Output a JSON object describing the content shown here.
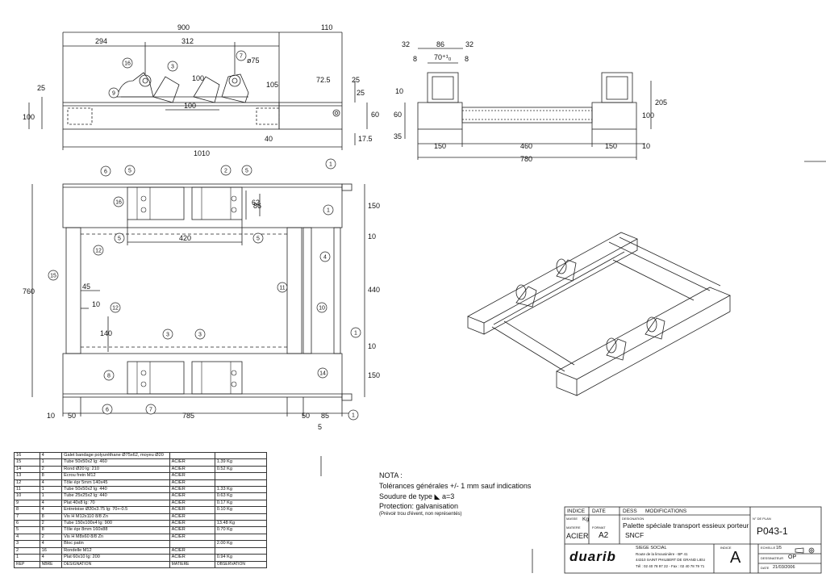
{
  "drawing": {
    "top_view_dims": {
      "overall_900": "900",
      "d110": "110",
      "d294": "294",
      "d312": "312",
      "d75": "ø75",
      "d100a": "100",
      "d100b": "100",
      "d25a": "25",
      "d105": "105",
      "d72": "72.5",
      "d25b": "25",
      "d25c": "25",
      "d100c": "100",
      "d60a": "60",
      "d40": "40",
      "d17": "17.5",
      "d1010": "1010"
    },
    "side_view_dims": {
      "d32a": "32",
      "d86": "86",
      "d32b": "32",
      "d8a": "8",
      "d70": "70⁺¹₀",
      "d8b": "8",
      "d10a": "10",
      "d60": "60",
      "d35": "35",
      "d205": "205",
      "d100": "100",
      "d150a": "150",
      "d460": "460",
      "d150b": "150",
      "d10b": "10",
      "d780": "780"
    },
    "plan_view_dims": {
      "d760": "760",
      "d150a": "150",
      "d10a": "10",
      "d440": "440",
      "d10b": "10",
      "d150b": "150",
      "d86": "86",
      "d62": "62",
      "d420": "420",
      "d45": "45",
      "d10c": "10",
      "d140": "140",
      "d10d": "10",
      "d50a": "50",
      "d785": "785",
      "d50b": "50",
      "d85": "85",
      "d5": "5"
    },
    "balloons": [
      "1",
      "1",
      "1",
      "1",
      "2",
      "3",
      "3",
      "3",
      "4",
      "5",
      "5",
      "5",
      "5",
      "6",
      "6",
      "7",
      "7",
      "8",
      "9",
      "10",
      "11",
      "12",
      "12",
      "14",
      "15",
      "16",
      "16",
      "5",
      "3",
      "2"
    ]
  },
  "bom": {
    "columns": [
      "REP",
      "NBRE",
      "DESIGNATION",
      "MATIERE",
      "OBSERVATION"
    ],
    "rows": [
      [
        "16",
        "4",
        "Galet bandage polyuréthane Ø75x62, moyeu Ø20",
        "",
        ""
      ],
      [
        "15",
        "1",
        "Tube 50x50x2 lg: 460",
        "ACIER",
        "1.39 Kg"
      ],
      [
        "14",
        "2",
        "Rond Ø20 lg: 210",
        "ACIER",
        "0.52 Kg"
      ],
      [
        "13",
        "8",
        "Ecrou frein  M12",
        "ACIER",
        ""
      ],
      [
        "12",
        "4",
        "Tôle épr 5mm 140x45",
        "ACIER",
        ""
      ],
      [
        "11",
        "1",
        "Tube 50x50x2 lg: 440",
        "ACIER",
        "1.33 Kg"
      ],
      [
        "10",
        "1",
        "Tube 25x25x2 lg: 440",
        "ACIER",
        "0.63 Kg"
      ],
      [
        "9",
        "4",
        "Plat 40x8 lg: 70",
        "ACIER",
        "0.17 Kg"
      ],
      [
        "8",
        "4",
        "Entretoise  Ø20x3.75 lg: 70+-0.5",
        "ACIER",
        "0.10 Kg"
      ],
      [
        "7",
        "8",
        "Vis H M12x110  8/8 Zn",
        "ACIER",
        ""
      ],
      [
        "6",
        "2",
        "Tube 150x100x4 lg: 900",
        "ACIER",
        "13.48 Kg"
      ],
      [
        "5",
        "8",
        "Tôle épr 8mm  160x88",
        "ACIER",
        "0.70 Kg"
      ],
      [
        "4",
        "2",
        "Vis H M8x60  8/8 Zn",
        "ACIER",
        ""
      ],
      [
        "3",
        "4",
        "Bloc patin",
        "",
        "2.00 Kg"
      ],
      [
        "2",
        "16",
        "Rondelle M12",
        "ACIER",
        ""
      ],
      [
        "1",
        "4",
        "Plat 60x10 lg: 200",
        "ACIER",
        "0.94 Kg"
      ]
    ]
  },
  "nota": {
    "title": "NOTA :",
    "line1": "Tolérances générales +/- 1 mm sauf indications",
    "line2": "Soudure de type ◣ a=3",
    "line3": "Protection:  galvanisation",
    "line4": "(Prévoir trou d'évent, non représentés)"
  },
  "titleblock": {
    "hdr_indice": "INDICE",
    "hdr_date": "DATE",
    "hdr_dess": "DESS",
    "hdr_modif": "MODIFICATIONS",
    "masse_label": "MASSE",
    "masse_unit": "Kg",
    "matiere_label": "MATIERE",
    "matiere": "ACIER",
    "format_label": "FORMAT",
    "format": "A2",
    "designation_label": "DESIGNATION",
    "designation": "Palette spéciale transport essieux porteur",
    "client": "SNCF",
    "plan_label": "N° DE PLAN",
    "plan_no": "P043-1",
    "logo": "duarib",
    "siege": "SIEGE SOCIAL",
    "addr1": "Route de la limousinière - BP 41",
    "addr2": "44310 SAINT PHILBERT DE GRAND LIEU",
    "addr3": "Tél : 02 40 78 97 22 - Fax : 02 40 78 79 71",
    "indice_label": "INDICE",
    "indice": "A",
    "echelle_label": "ECHELLE",
    "echelle": "1/5",
    "dessinateur_label": "DESSINATEUR",
    "dessinateur": "OP",
    "date_label": "DATE",
    "date": "21/03/2006"
  }
}
